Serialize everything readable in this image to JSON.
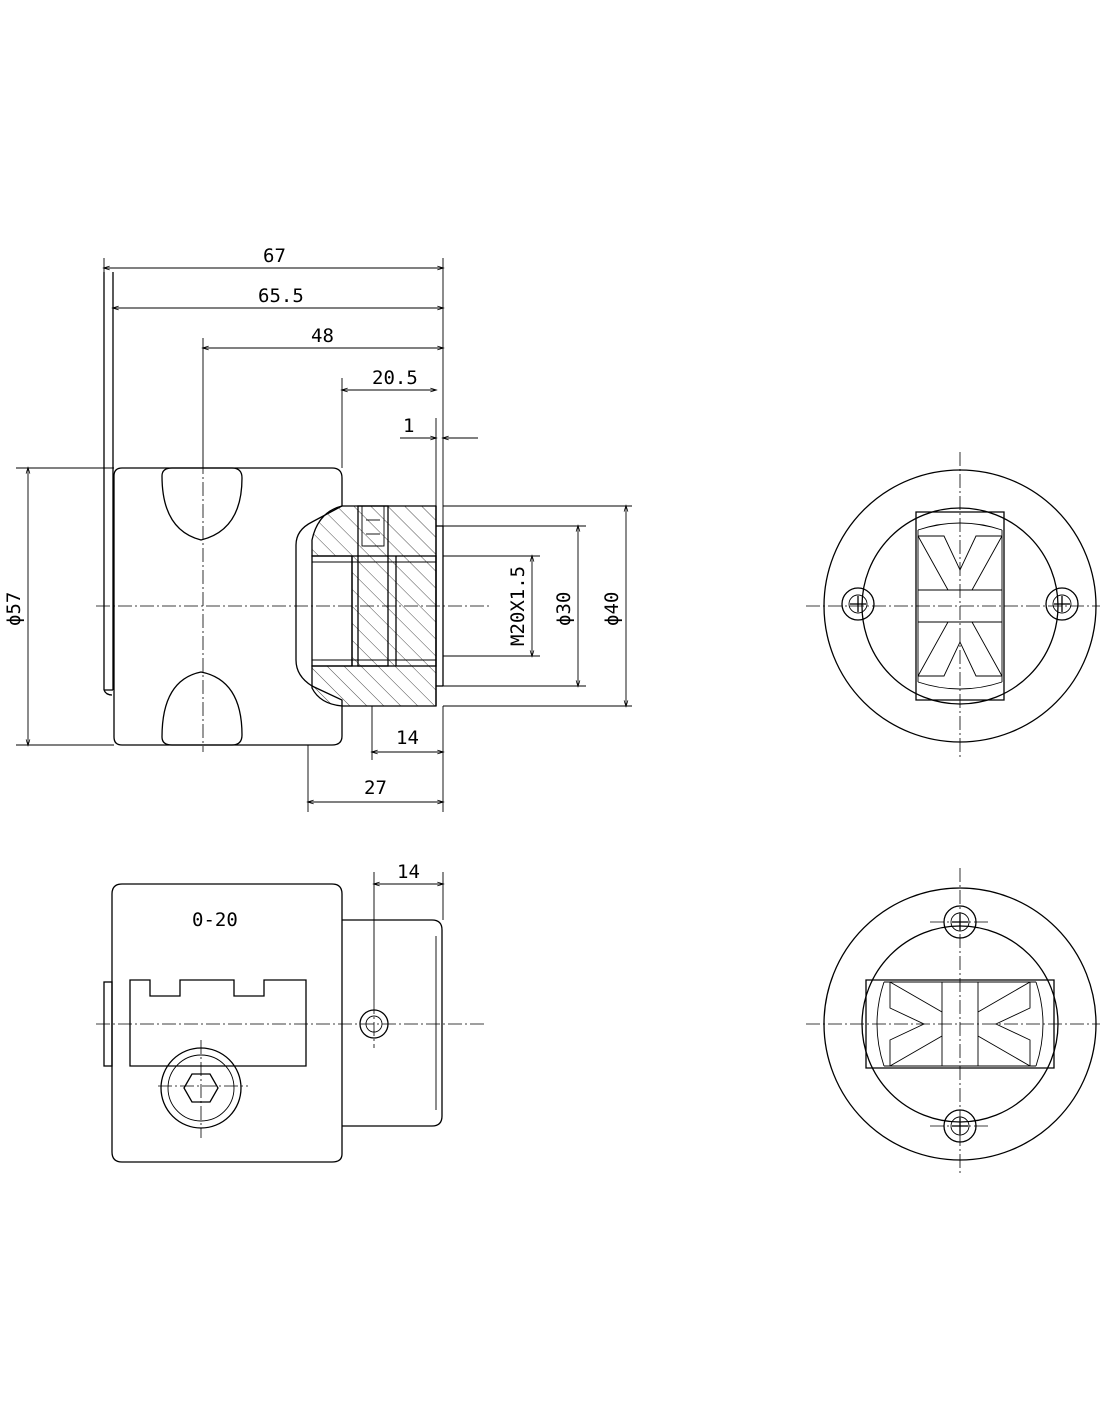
{
  "dimensions": {
    "overall_length": "67",
    "body_length": "65.5",
    "center_to_face": "48",
    "boss_length": "20.5",
    "face_step": "1",
    "outer_diameter": "ϕ57",
    "thread": "M20X1.5",
    "bore_diameter": "ϕ30",
    "boss_diameter": "ϕ40",
    "bottom_width": "14",
    "boss_depth": "27",
    "side_offset": "14"
  },
  "annotations": {
    "adjust_range": "0-20"
  },
  "colors": {
    "line": "#000000",
    "background": "#ffffff"
  }
}
